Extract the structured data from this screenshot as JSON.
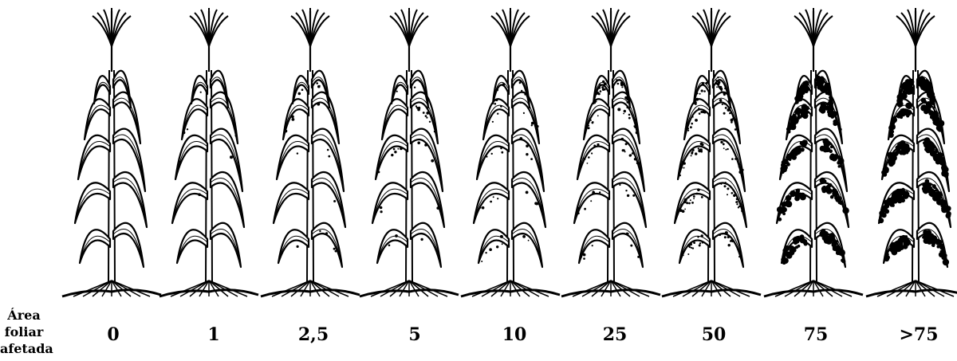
{
  "scale": {
    "label_lines": [
      "Área",
      "foliar",
      "afetada"
    ],
    "levels": [
      {
        "label": "0",
        "spots": 0
      },
      {
        "label": "1",
        "spots": 8
      },
      {
        "label": "2,5",
        "spots": 18
      },
      {
        "label": "5",
        "spots": 30
      },
      {
        "label": "10",
        "spots": 50
      },
      {
        "label": "25",
        "spots": 90
      },
      {
        "label": "50",
        "spots": 150
      },
      {
        "label": "75",
        "spots": 260
      },
      {
        "label": ">75",
        "spots": 420
      }
    ]
  }
}
